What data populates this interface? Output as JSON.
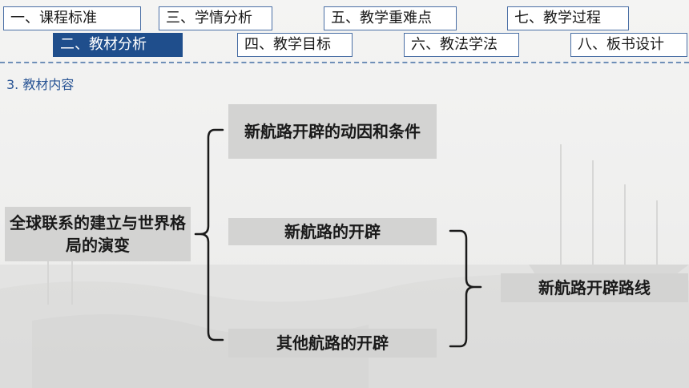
{
  "nav": {
    "tabs": [
      {
        "label": "一、课程标准"
      },
      {
        "label": "二、教材分析"
      },
      {
        "label": "三、学情分析"
      },
      {
        "label": "四、教学目标"
      },
      {
        "label": "五、教学重难点"
      },
      {
        "label": "六、教法学法"
      },
      {
        "label": "七、教学过程"
      },
      {
        "label": "八、板书设计"
      }
    ],
    "active_index": 1
  },
  "section": {
    "title": "3. 教材内容"
  },
  "diagram": {
    "root": "全球联系的建立与世界格局的演变",
    "branch1": "新航路开辟的动因和条件",
    "branch2": "新航路的开辟",
    "branch3": "其他航路的开辟",
    "leaf": "新航路开辟路线"
  },
  "colors": {
    "accent": "#1f4e8c",
    "box_fill": "#d3d3d2",
    "title": "#2a5595"
  }
}
